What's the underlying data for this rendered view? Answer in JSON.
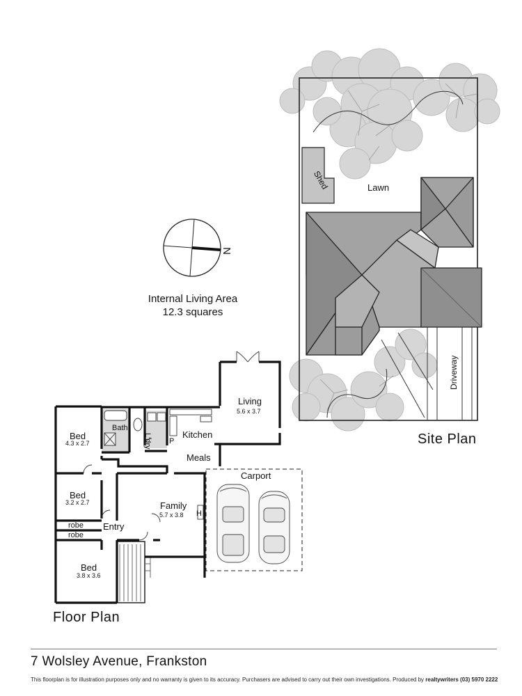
{
  "compass": {
    "north_label": "N",
    "icon": "compass-icon"
  },
  "internal_area": {
    "title": "Internal Living Area",
    "value": "12.3 squares"
  },
  "site_plan": {
    "title": "Site Plan",
    "labels": {
      "shed": "Shed",
      "lawn": "Lawn",
      "driveway": "Driveway"
    }
  },
  "floor_plan": {
    "title": "Floor Plan",
    "rooms": {
      "living": {
        "name": "Living",
        "size": "5.6 x 3.7"
      },
      "kitchen": {
        "name": "Kitchen"
      },
      "meals": {
        "name": "Meals"
      },
      "laundry": {
        "name": "L'dry"
      },
      "pantry": {
        "name": "P"
      },
      "bath": {
        "name": "Bath"
      },
      "bed1": {
        "name": "Bed",
        "size": "4.3 x 2.7"
      },
      "bed2": {
        "name": "Bed",
        "size": "3.2 x 2.7"
      },
      "bed3": {
        "name": "Bed",
        "size": "3.8 x 3.6"
      },
      "robe1": {
        "name": "robe"
      },
      "robe2": {
        "name": "robe"
      },
      "entry": {
        "name": "Entry"
      },
      "family": {
        "name": "Family",
        "size": "5.7 x 3.8"
      },
      "heater": {
        "name": "H"
      },
      "carport": {
        "name": "Carport"
      }
    }
  },
  "footer": {
    "address": "7 Wolsley Avenue, Frankston",
    "disclaimer": "This floorplan is for illustration purposes only and no warranty is given to its accuracy. Purchasers are advised to carry out their own investigations. Produced by",
    "producer": "realtywriters (03) 5970 2222"
  },
  "colors": {
    "roof_dark": "#8a8a8a",
    "roof_mid": "#a3a3a3",
    "roof_light": "#bdbdbd",
    "tree_fill": "#d4d4d4",
    "wall": "#111111",
    "wet_area": "#cfcfcf"
  }
}
